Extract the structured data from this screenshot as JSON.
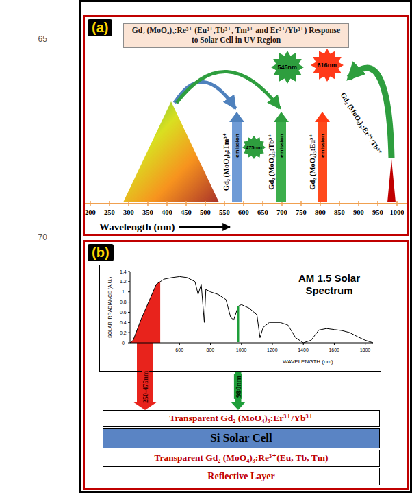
{
  "diagram": {
    "nodes": [
      {
        "text": [
          "(a)"
        ]
      },
      {
        "text": [
          "Gd₂ (MoO₄)₃:Re³⁺ (Eu³⁺,Tb³⁺, Tm³⁺ and Er³⁺/Yb³⁺) Response to Solar Cell in UV Region"
        ],
        "in": 0
      },
      {
        "text": [
          "Gd₂ (MoO₄)₃:Tm³⁺",
          "emission"
        ],
        "in": 0
      },
      {
        "text": [
          "Gd₂ (MoO₄)₃:Tb³⁺",
          "emission"
        ],
        "in": 0
      },
      {
        "text": [
          "Gd₂ (MoO₄)₃:Eu³⁺",
          "emission"
        ],
        "in": 0
      },
      {
        "text": [
          "(b)"
        ]
      },
      {
        "text": [
          "AM 1.5 Solar Spectrum"
        ],
        "in": 5
      },
      {
        "text": [
          "Transparent Gd₂ (MoO₄)₃:Er³⁺/Yb³⁺"
        ],
        "in": 5
      },
      {
        "text": [
          "Si Solar Cell"
        ],
        "in": 5
      },
      {
        "text": [
          "Transparent Gd₂ (MoO₄)₃:Re³⁺(Eu, Tb, Tm)"
        ],
        "in": 5
      },
      {
        "text": [
          "Reflective Layer"
        ],
        "in": 5
      }
    ],
    "edges": [
      {
        "from": 6,
        "to": 7,
        "arrow": "to",
        "label": "250-475nm"
      },
      {
        "from": 6,
        "to": 7,
        "arrow": "to",
        "label": "980nm"
      }
    ],
    "labels": [
      "65",
      "70",
      "475nm",
      "545nm",
      "616nm",
      "Gd₂ (MoO₄)₃:Er³⁺/Tb³⁺",
      "200",
      "250",
      "300",
      "350",
      "400",
      "450",
      "500",
      "550",
      "600",
      "650",
      "700",
      "750",
      "800",
      "850",
      "900",
      "950",
      "1000",
      "Wavelength (nm)",
      "SOLAR IRRADIANCE (A.U.)",
      "WAVELENGTH (nm)",
      "1.4",
      "1.2",
      "1",
      "0.8",
      "0.6",
      "0.4",
      "0.2",
      "0",
      "600",
      "800",
      "1000",
      "1200",
      "1400",
      "1600",
      "1800"
    ]
  }
}
